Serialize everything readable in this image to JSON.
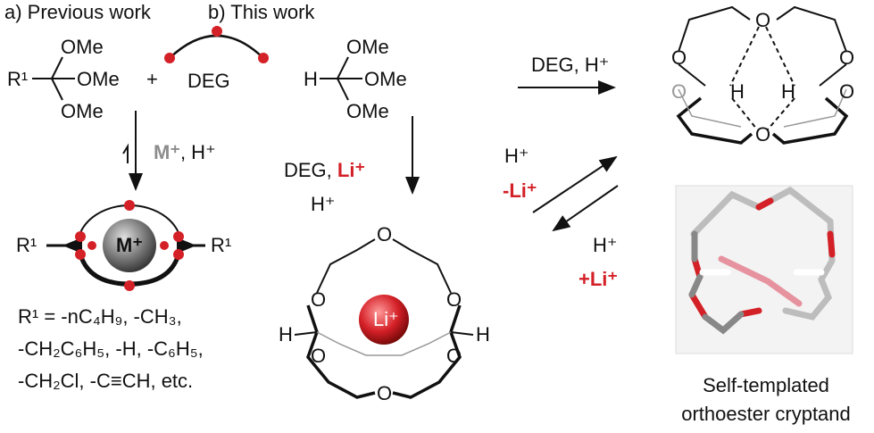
{
  "panel_a": {
    "title": "a) Previous work",
    "orthoester": {
      "r_group": "R¹",
      "ome_top": "OMe",
      "ome_mid": "OMe",
      "ome_bottom": "OMe"
    },
    "plus": "+",
    "deg_label": "DEG",
    "conditions": {
      "metal": "M⁺",
      "acid": ", H⁺"
    },
    "complex": {
      "metal": "M⁺",
      "r_left": "R¹",
      "r_right": "R¹"
    },
    "r_groups": [
      "R¹ = -nC₄H₉, -CH₃,",
      "-CH₂C₆H₅, -H, -C₆H₅,",
      "-CH₂Cl, -C≡CH, etc."
    ]
  },
  "panel_b": {
    "title": "b) This work",
    "orthoformate": {
      "h": "H",
      "ome_top": "OMe",
      "ome_mid": "OMe",
      "ome_bottom": "OMe"
    },
    "down_conditions": {
      "deg": "DEG, ",
      "li": "Li⁺",
      "acid": "H⁺"
    },
    "right_conditions": "DEG, H⁺",
    "equilibrium": {
      "upper_acid": "H⁺",
      "upper_li": "-Li⁺",
      "lower_acid": "H⁺",
      "lower_li": "+Li⁺"
    },
    "li_cryptand": {
      "li": "Li⁺",
      "o": "O",
      "h": "H"
    },
    "free_cryptand": {
      "o": "O",
      "h": "H"
    },
    "caption": [
      "Self-templated",
      "orthoester cryptand"
    ]
  },
  "colors": {
    "oxygen_red": "#d42027",
    "metal_gray": "#6e6e6e"
  }
}
